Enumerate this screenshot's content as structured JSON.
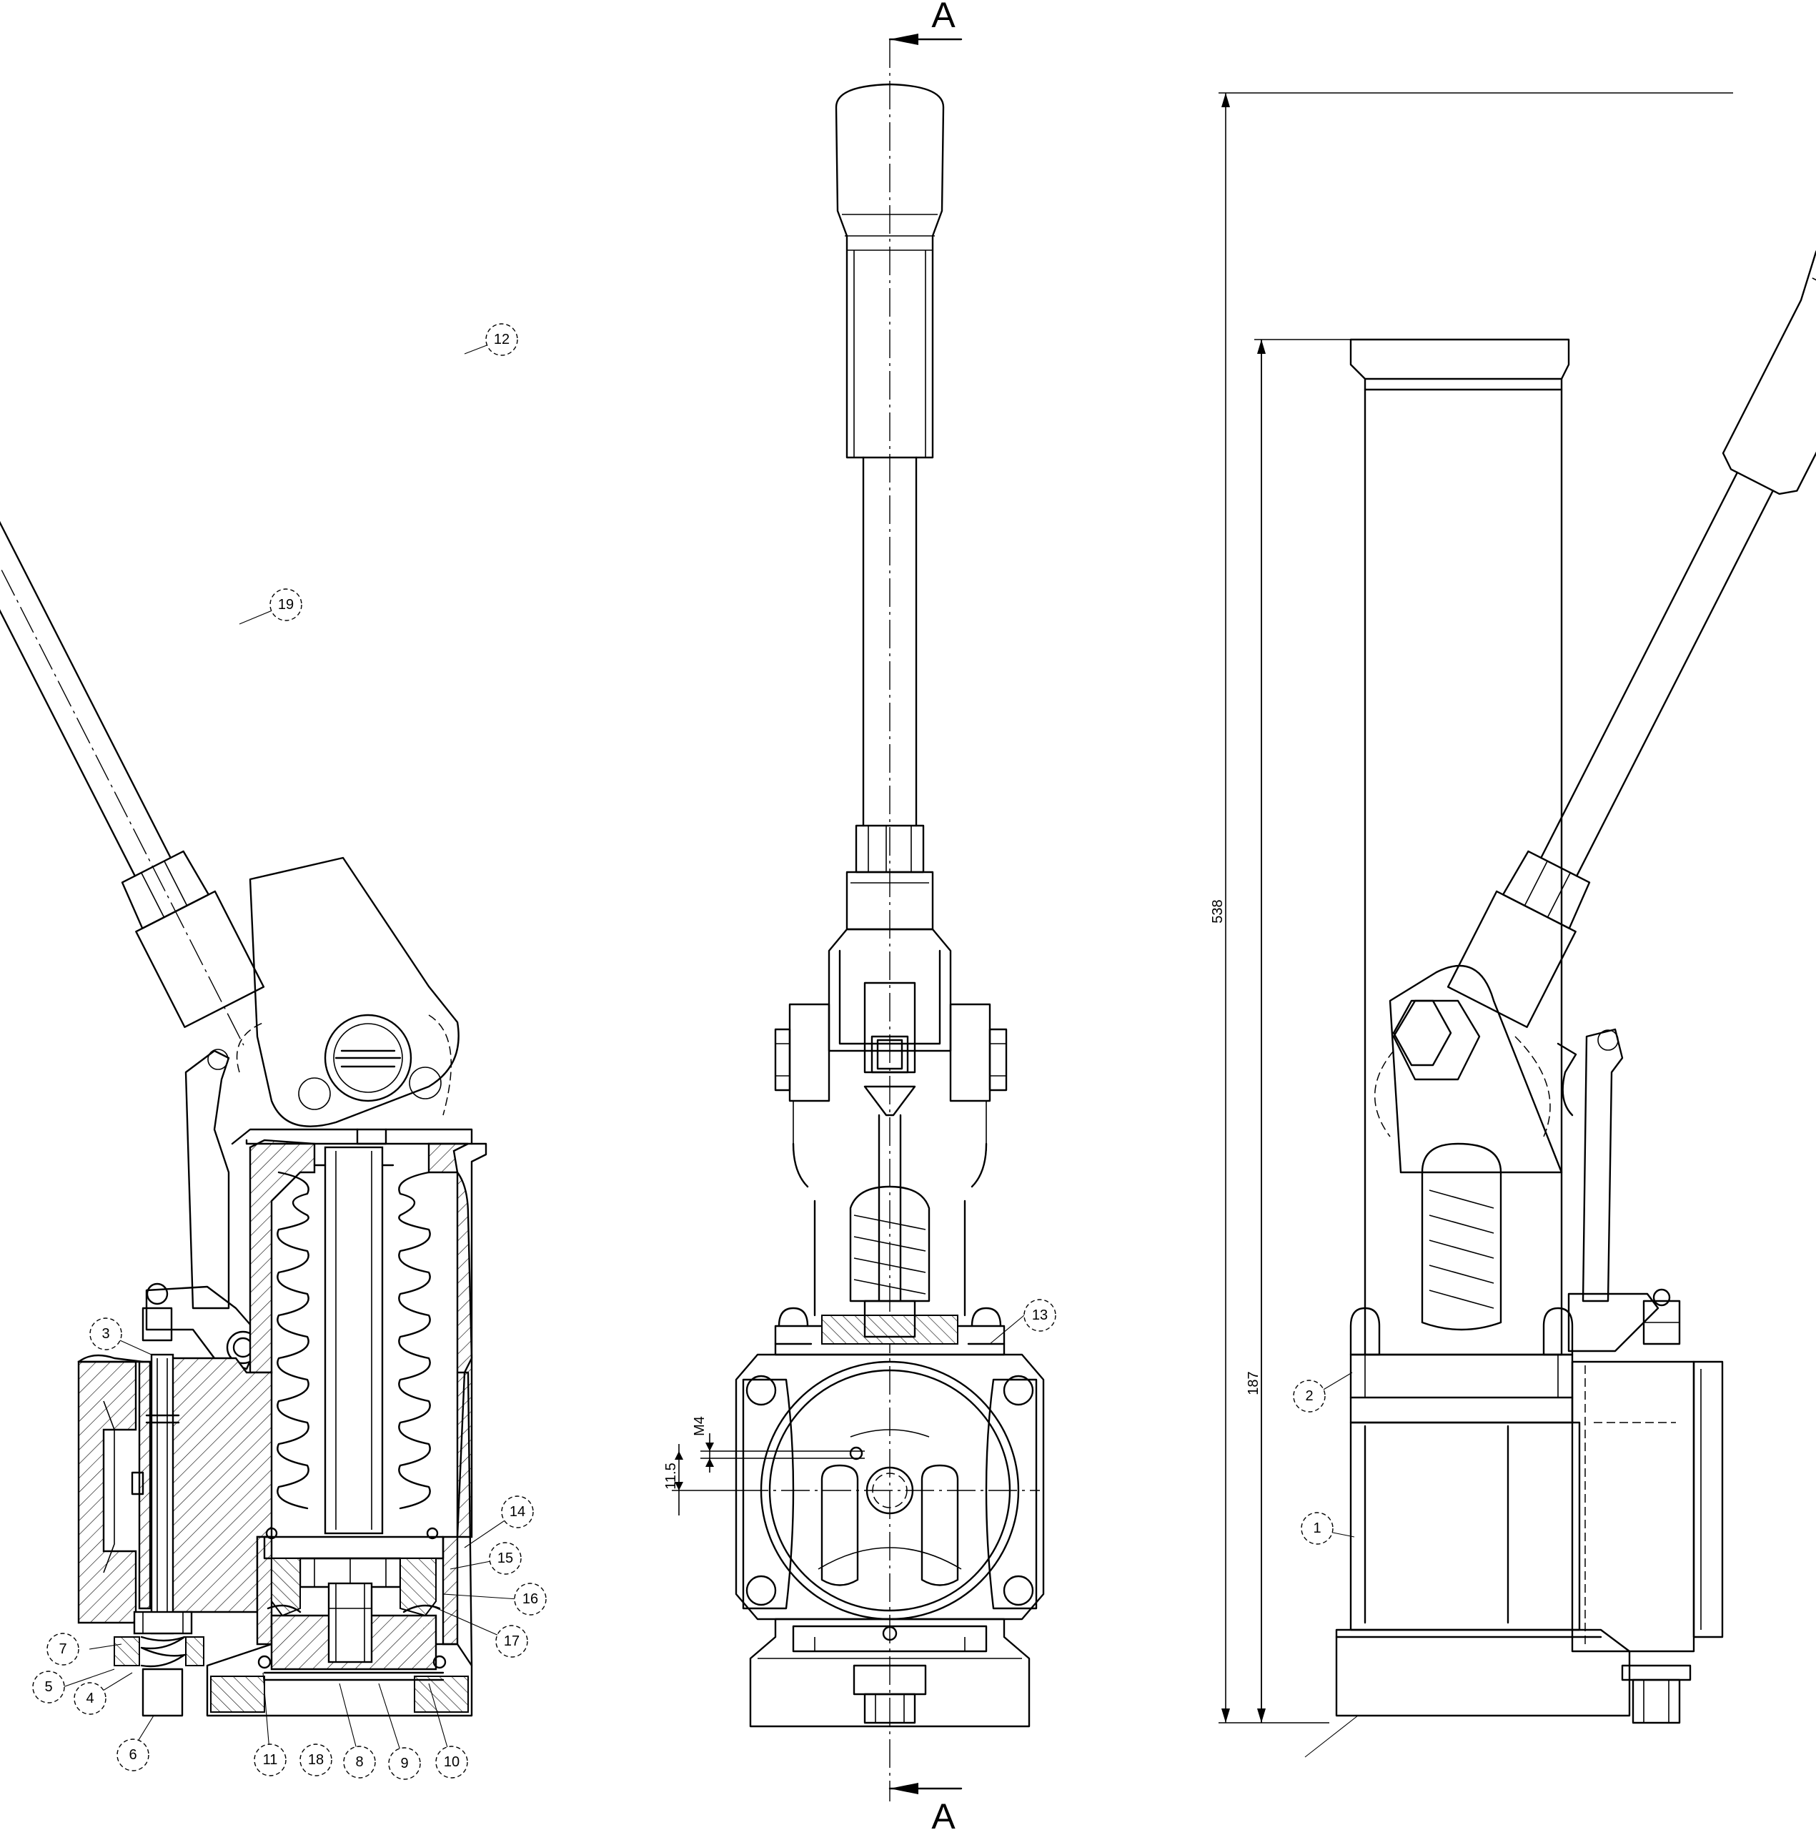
{
  "section_marker": {
    "top": "A",
    "bottom": "A"
  },
  "dimensions": {
    "overall_height": "538",
    "base_height": "187",
    "thread": "M4",
    "thread_offset": "11.5"
  },
  "balloons": {
    "b1": "1",
    "b2": "2",
    "b3": "3",
    "b4": "4",
    "b5": "5",
    "b6": "6",
    "b7": "7",
    "b8": "8",
    "b9": "9",
    "b10": "10",
    "b11": "11",
    "b12": "12",
    "b13": "13",
    "b14": "14",
    "b15": "15",
    "b16": "16",
    "b17": "17",
    "b18": "18",
    "b19": "19"
  }
}
